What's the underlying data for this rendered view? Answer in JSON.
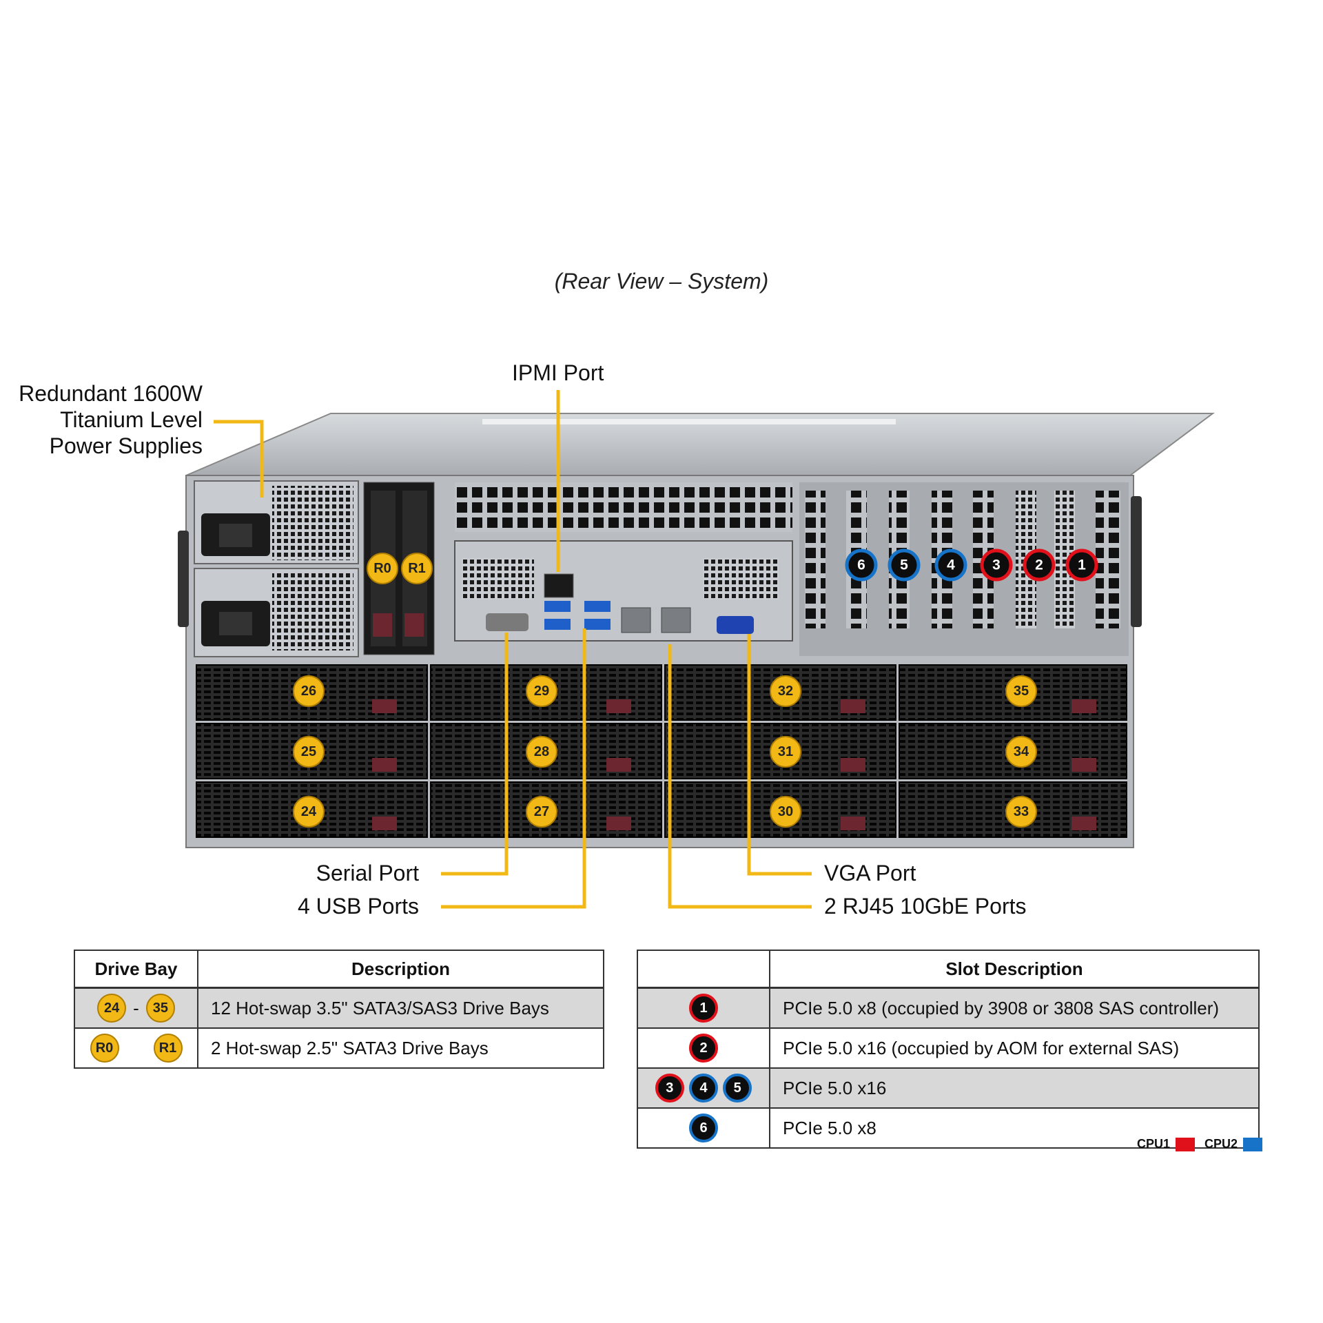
{
  "caption": "(Rear View – System)",
  "labels": {
    "psu": [
      "Redundant 1600W",
      "Titanium Level",
      "Power Supplies"
    ],
    "ipmi": "IPMI Port",
    "serial": "Serial Port",
    "usb": "4 USB Ports",
    "vga": "VGA Port",
    "rj45": "2 RJ45 10GbE Ports"
  },
  "rear_bays": [
    "R0",
    "R1"
  ],
  "front_bays": [
    [
      "26",
      "25",
      "24"
    ],
    [
      "29",
      "28",
      "27"
    ],
    [
      "32",
      "31",
      "30"
    ],
    [
      "35",
      "34",
      "33"
    ]
  ],
  "slots": [
    {
      "num": "6",
      "cpu": "CPU2"
    },
    {
      "num": "5",
      "cpu": "CPU2"
    },
    {
      "num": "4",
      "cpu": "CPU2"
    },
    {
      "num": "3",
      "cpu": "CPU1"
    },
    {
      "num": "2",
      "cpu": "CPU1"
    },
    {
      "num": "1",
      "cpu": "CPU1"
    }
  ],
  "drive_table": {
    "headers": [
      "Drive Bay",
      "Description"
    ],
    "rows": [
      {
        "from": "24",
        "sep": "-",
        "to": "35",
        "desc": "12 Hot-swap 3.5\" SATA3/SAS3 Drive Bays"
      },
      {
        "from": "R0",
        "sep": "",
        "to": "R1",
        "desc": "2 Hot-swap 2.5\" SATA3 Drive Bays"
      }
    ]
  },
  "slot_table": {
    "headers": [
      "",
      "Slot Description"
    ],
    "rows": [
      {
        "badges": [
          "1"
        ],
        "desc": "PCIe 5.0 x8 (occupied by 3908 or 3808 SAS controller)"
      },
      {
        "badges": [
          "2"
        ],
        "desc": "PCIe 5.0 x16 (occupied by AOM for external SAS)"
      },
      {
        "badges": [
          "3",
          "4",
          "5"
        ],
        "desc": "PCIe 5.0 x16"
      },
      {
        "badges": [
          "6"
        ],
        "desc": "PCIe 5.0 x8"
      }
    ]
  },
  "legend": [
    {
      "label": "CPU1",
      "color": "#e0111a"
    },
    {
      "label": "CPU2",
      "color": "#1673c7"
    }
  ],
  "colors": {
    "accent": "#f2b816",
    "cpu1": "#e0111a",
    "cpu2": "#1673c7"
  }
}
